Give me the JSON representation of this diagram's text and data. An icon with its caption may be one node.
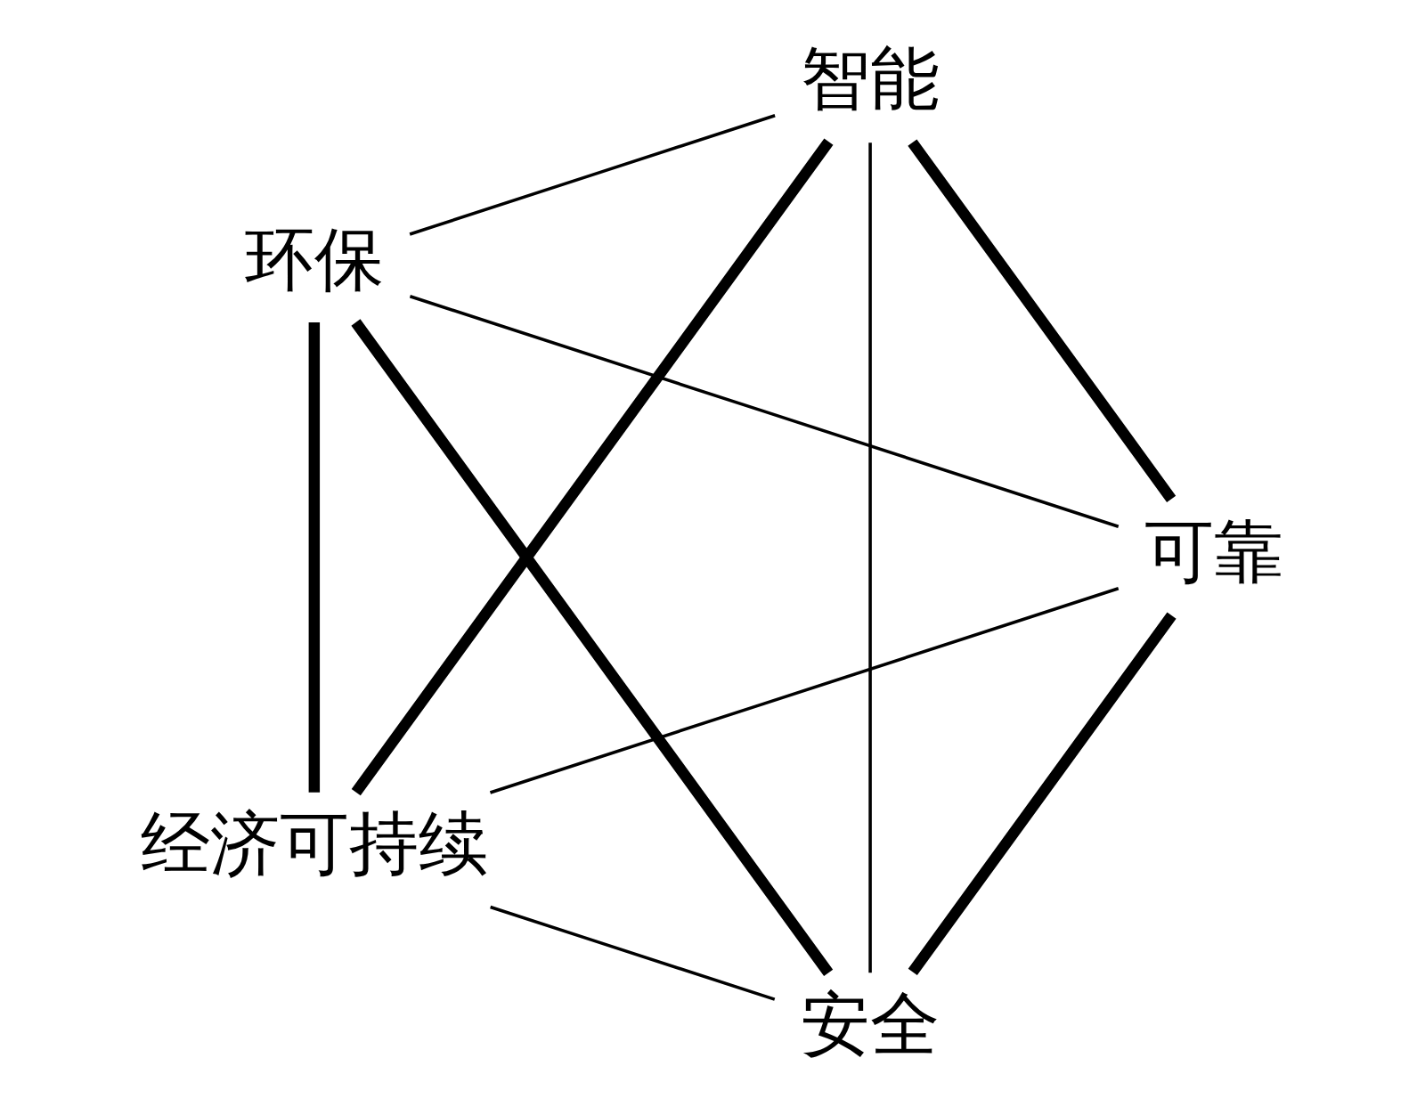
{
  "diagram": {
    "nodes": [
      {
        "text": [
          "安全"
        ]
      },
      {
        "text": [
          "可靠"
        ]
      },
      {
        "text": [
          "环保"
        ]
      },
      {
        "text": [
          "智能"
        ]
      },
      {
        "text": [
          "经济可持续"
        ]
      }
    ],
    "edges": [
      {
        "from": 0,
        "to": 2,
        "arrow": "none",
        "style": "thick"
      },
      {
        "from": 2,
        "to": 4,
        "arrow": "none",
        "style": "thick"
      },
      {
        "from": 4,
        "to": 3,
        "arrow": "none",
        "style": "thick"
      },
      {
        "from": 3,
        "to": 1,
        "arrow": "none",
        "style": "thick"
      },
      {
        "from": 1,
        "to": 0,
        "arrow": "none",
        "style": "thick"
      },
      {
        "from": 0,
        "to": 3,
        "arrow": "none"
      },
      {
        "from": 0,
        "to": 4,
        "arrow": "none"
      },
      {
        "from": 1,
        "to": 2,
        "arrow": "none"
      },
      {
        "from": 1,
        "to": 4,
        "arrow": "none"
      },
      {
        "from": 2,
        "to": 3,
        "arrow": "none"
      }
    ]
  }
}
